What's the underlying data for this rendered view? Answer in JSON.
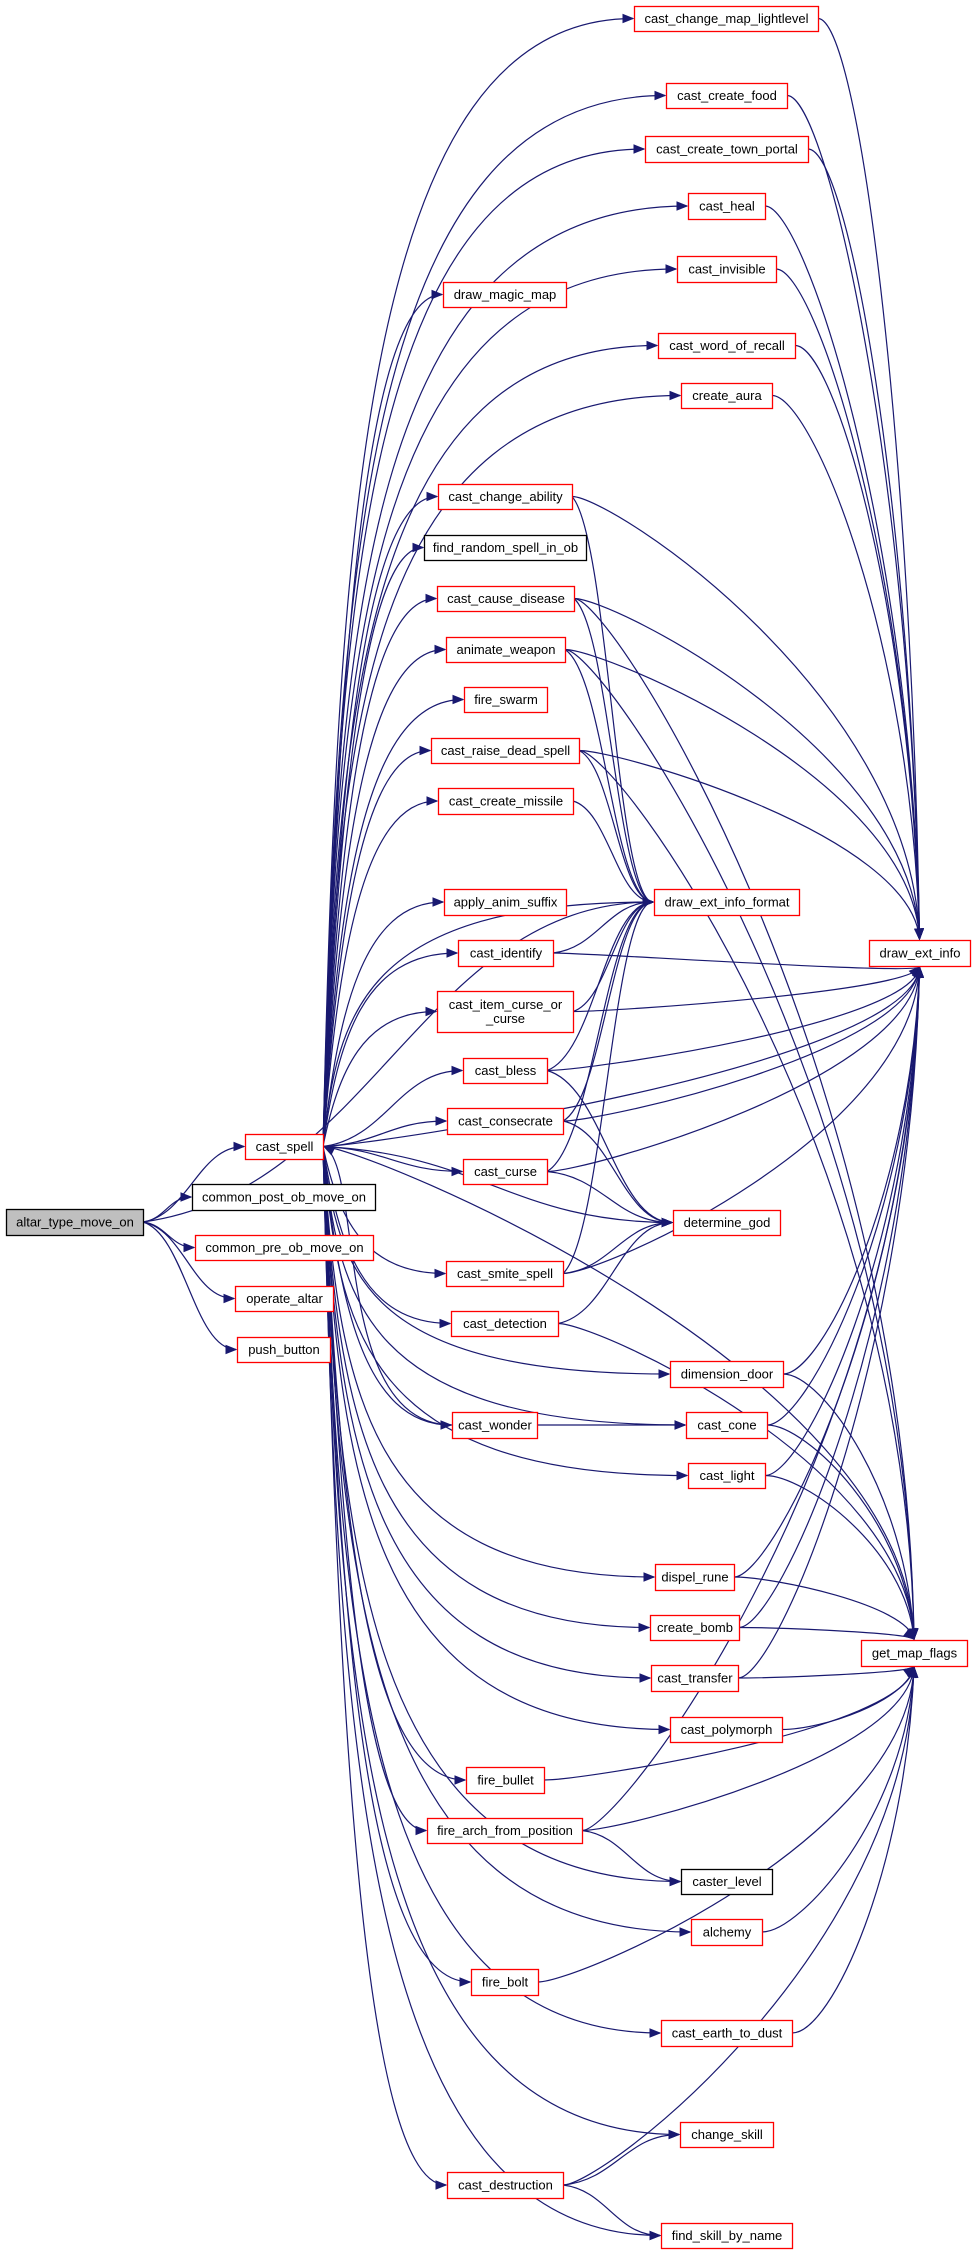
{
  "diagram": {
    "type": "call-graph",
    "root": "altar_type_move_on",
    "colors": {
      "edge": "#191970",
      "root_fill": "#bfbfbf",
      "root_border": "#000000",
      "documented_border": "#ff0000",
      "undocumented_border": "#000000",
      "node_fill": "#ffffff"
    },
    "nodes": [
      {
        "id": "altar_type_move_on",
        "label": "altar_type_move_on",
        "kind": "root"
      },
      {
        "id": "cast_spell",
        "label": "cast_spell",
        "kind": "red"
      },
      {
        "id": "common_post_ob_move_on",
        "label": "common_post_ob_move_on",
        "kind": "black"
      },
      {
        "id": "common_pre_ob_move_on",
        "label": "common_pre_ob_move_on",
        "kind": "red"
      },
      {
        "id": "operate_altar",
        "label": "operate_altar",
        "kind": "red"
      },
      {
        "id": "push_button",
        "label": "push_button",
        "kind": "red"
      },
      {
        "id": "cast_change_map_lightlevel",
        "label": "cast_change_map_lightlevel",
        "kind": "red"
      },
      {
        "id": "cast_create_food",
        "label": "cast_create_food",
        "kind": "red"
      },
      {
        "id": "cast_create_town_portal",
        "label": "cast_create_town_portal",
        "kind": "red"
      },
      {
        "id": "cast_heal",
        "label": "cast_heal",
        "kind": "red"
      },
      {
        "id": "cast_invisible",
        "label": "cast_invisible",
        "kind": "red"
      },
      {
        "id": "draw_magic_map",
        "label": "draw_magic_map",
        "kind": "red"
      },
      {
        "id": "cast_word_of_recall",
        "label": "cast_word_of_recall",
        "kind": "red"
      },
      {
        "id": "create_aura",
        "label": "create_aura",
        "kind": "red"
      },
      {
        "id": "cast_change_ability",
        "label": "cast_change_ability",
        "kind": "red"
      },
      {
        "id": "find_random_spell_in_ob",
        "label": "find_random_spell_in_ob",
        "kind": "black"
      },
      {
        "id": "cast_cause_disease",
        "label": "cast_cause_disease",
        "kind": "red"
      },
      {
        "id": "animate_weapon",
        "label": "animate_weapon",
        "kind": "red"
      },
      {
        "id": "fire_swarm",
        "label": "fire_swarm",
        "kind": "red"
      },
      {
        "id": "cast_raise_dead_spell",
        "label": "cast_raise_dead_spell",
        "kind": "red"
      },
      {
        "id": "cast_create_missile",
        "label": "cast_create_missile",
        "kind": "red"
      },
      {
        "id": "apply_anim_suffix",
        "label": "apply_anim_suffix",
        "kind": "red"
      },
      {
        "id": "draw_ext_info_format",
        "label": "draw_ext_info_format",
        "kind": "red"
      },
      {
        "id": "cast_identify",
        "label": "cast_identify",
        "kind": "red"
      },
      {
        "id": "draw_ext_info",
        "label": "draw_ext_info",
        "kind": "red"
      },
      {
        "id": "cast_item_curse_or_curse",
        "label": "cast_item_curse_or\n_curse",
        "kind": "red"
      },
      {
        "id": "cast_bless",
        "label": "cast_bless",
        "kind": "red"
      },
      {
        "id": "cast_consecrate",
        "label": "cast_consecrate",
        "kind": "red"
      },
      {
        "id": "cast_curse",
        "label": "cast_curse",
        "kind": "red"
      },
      {
        "id": "determine_god",
        "label": "determine_god",
        "kind": "red"
      },
      {
        "id": "cast_smite_spell",
        "label": "cast_smite_spell",
        "kind": "red"
      },
      {
        "id": "cast_detection",
        "label": "cast_detection",
        "kind": "red"
      },
      {
        "id": "dimension_door",
        "label": "dimension_door",
        "kind": "red"
      },
      {
        "id": "cast_wonder",
        "label": "cast_wonder",
        "kind": "red"
      },
      {
        "id": "cast_cone",
        "label": "cast_cone",
        "kind": "red"
      },
      {
        "id": "cast_light",
        "label": "cast_light",
        "kind": "red"
      },
      {
        "id": "dispel_rune",
        "label": "dispel_rune",
        "kind": "red"
      },
      {
        "id": "create_bomb",
        "label": "create_bomb",
        "kind": "red"
      },
      {
        "id": "get_map_flags",
        "label": "get_map_flags",
        "kind": "red"
      },
      {
        "id": "cast_transfer",
        "label": "cast_transfer",
        "kind": "red"
      },
      {
        "id": "cast_polymorph",
        "label": "cast_polymorph",
        "kind": "red"
      },
      {
        "id": "fire_bullet",
        "label": "fire_bullet",
        "kind": "red"
      },
      {
        "id": "fire_arch_from_position",
        "label": "fire_arch_from_position",
        "kind": "red"
      },
      {
        "id": "caster_level",
        "label": "caster_level",
        "kind": "black"
      },
      {
        "id": "alchemy",
        "label": "alchemy",
        "kind": "red"
      },
      {
        "id": "fire_bolt",
        "label": "fire_bolt",
        "kind": "red"
      },
      {
        "id": "cast_earth_to_dust",
        "label": "cast_earth_to_dust",
        "kind": "red"
      },
      {
        "id": "change_skill",
        "label": "change_skill",
        "kind": "red"
      },
      {
        "id": "cast_destruction",
        "label": "cast_destruction",
        "kind": "red"
      },
      {
        "id": "find_skill_by_name",
        "label": "find_skill_by_name",
        "kind": "red"
      }
    ],
    "edges": [
      [
        "altar_type_move_on",
        "cast_spell"
      ],
      [
        "altar_type_move_on",
        "common_post_ob_move_on"
      ],
      [
        "altar_type_move_on",
        "common_pre_ob_move_on"
      ],
      [
        "altar_type_move_on",
        "operate_altar"
      ],
      [
        "altar_type_move_on",
        "push_button"
      ],
      [
        "altar_type_move_on",
        "draw_ext_info_format"
      ],
      [
        "cast_spell",
        "cast_change_map_lightlevel"
      ],
      [
        "cast_spell",
        "cast_create_food"
      ],
      [
        "cast_spell",
        "cast_create_town_portal"
      ],
      [
        "cast_spell",
        "cast_heal"
      ],
      [
        "cast_spell",
        "cast_invisible"
      ],
      [
        "cast_spell",
        "draw_magic_map"
      ],
      [
        "cast_spell",
        "cast_word_of_recall"
      ],
      [
        "cast_spell",
        "create_aura"
      ],
      [
        "cast_spell",
        "draw_ext_info"
      ],
      [
        "cast_spell",
        "cast_change_ability"
      ],
      [
        "cast_spell",
        "find_random_spell_in_ob"
      ],
      [
        "cast_spell",
        "cast_cause_disease"
      ],
      [
        "cast_spell",
        "animate_weapon"
      ],
      [
        "cast_spell",
        "fire_swarm"
      ],
      [
        "cast_spell",
        "cast_raise_dead_spell"
      ],
      [
        "cast_spell",
        "cast_create_missile"
      ],
      [
        "cast_spell",
        "draw_ext_info_format"
      ],
      [
        "cast_spell",
        "apply_anim_suffix"
      ],
      [
        "cast_spell",
        "cast_identify"
      ],
      [
        "cast_spell",
        "cast_item_curse_or_curse"
      ],
      [
        "cast_spell",
        "cast_bless"
      ],
      [
        "cast_spell",
        "cast_consecrate"
      ],
      [
        "cast_spell",
        "cast_curse"
      ],
      [
        "cast_spell",
        "determine_god"
      ],
      [
        "cast_spell",
        "cast_smite_spell"
      ],
      [
        "cast_spell",
        "cast_detection"
      ],
      [
        "cast_spell",
        "dimension_door"
      ],
      [
        "cast_spell",
        "cast_wonder"
      ],
      [
        "cast_spell",
        "cast_cone"
      ],
      [
        "cast_spell",
        "cast_light"
      ],
      [
        "cast_spell",
        "dispel_rune"
      ],
      [
        "cast_spell",
        "create_bomb"
      ],
      [
        "cast_spell",
        "cast_transfer"
      ],
      [
        "cast_spell",
        "cast_polymorph"
      ],
      [
        "cast_spell",
        "fire_bullet"
      ],
      [
        "cast_spell",
        "fire_arch_from_position"
      ],
      [
        "cast_spell",
        "caster_level"
      ],
      [
        "cast_spell",
        "alchemy"
      ],
      [
        "cast_spell",
        "fire_bolt"
      ],
      [
        "cast_spell",
        "cast_earth_to_dust"
      ],
      [
        "cast_spell",
        "get_map_flags"
      ],
      [
        "cast_spell",
        "change_skill"
      ],
      [
        "cast_spell",
        "cast_destruction"
      ],
      [
        "cast_spell",
        "find_skill_by_name"
      ],
      [
        "cast_change_map_lightlevel",
        "draw_ext_info"
      ],
      [
        "cast_create_food",
        "draw_ext_info"
      ],
      [
        "cast_create_town_portal",
        "draw_ext_info"
      ],
      [
        "cast_heal",
        "draw_ext_info"
      ],
      [
        "cast_invisible",
        "draw_ext_info"
      ],
      [
        "cast_word_of_recall",
        "draw_ext_info"
      ],
      [
        "create_aura",
        "draw_ext_info"
      ],
      [
        "cast_change_ability",
        "draw_ext_info"
      ],
      [
        "cast_change_ability",
        "draw_ext_info_format"
      ],
      [
        "cast_cause_disease",
        "draw_ext_info"
      ],
      [
        "cast_cause_disease",
        "draw_ext_info_format"
      ],
      [
        "cast_cause_disease",
        "get_map_flags"
      ],
      [
        "animate_weapon",
        "draw_ext_info"
      ],
      [
        "animate_weapon",
        "draw_ext_info_format"
      ],
      [
        "animate_weapon",
        "get_map_flags"
      ],
      [
        "cast_raise_dead_spell",
        "draw_ext_info"
      ],
      [
        "cast_raise_dead_spell",
        "draw_ext_info_format"
      ],
      [
        "cast_raise_dead_spell",
        "get_map_flags"
      ],
      [
        "cast_create_missile",
        "draw_ext_info_format"
      ],
      [
        "cast_identify",
        "draw_ext_info"
      ],
      [
        "cast_identify",
        "draw_ext_info_format"
      ],
      [
        "cast_item_curse_or_curse",
        "draw_ext_info"
      ],
      [
        "cast_item_curse_or_curse",
        "draw_ext_info_format"
      ],
      [
        "cast_bless",
        "draw_ext_info"
      ],
      [
        "cast_bless",
        "draw_ext_info_format"
      ],
      [
        "cast_bless",
        "determine_god"
      ],
      [
        "cast_consecrate",
        "draw_ext_info"
      ],
      [
        "cast_consecrate",
        "draw_ext_info_format"
      ],
      [
        "cast_consecrate",
        "determine_god"
      ],
      [
        "cast_curse",
        "draw_ext_info"
      ],
      [
        "cast_curse",
        "draw_ext_info_format"
      ],
      [
        "cast_curse",
        "determine_god"
      ],
      [
        "cast_smite_spell",
        "draw_ext_info"
      ],
      [
        "cast_smite_spell",
        "draw_ext_info_format"
      ],
      [
        "cast_smite_spell",
        "determine_god"
      ],
      [
        "cast_detection",
        "determine_god"
      ],
      [
        "cast_detection",
        "get_map_flags"
      ],
      [
        "dimension_door",
        "draw_ext_info"
      ],
      [
        "dimension_door",
        "get_map_flags"
      ],
      [
        "cast_wonder",
        "cast_cone"
      ],
      [
        "cast_wonder",
        "cast_spell"
      ],
      [
        "cast_cone",
        "draw_ext_info"
      ],
      [
        "cast_cone",
        "get_map_flags"
      ],
      [
        "cast_light",
        "draw_ext_info"
      ],
      [
        "cast_light",
        "get_map_flags"
      ],
      [
        "dispel_rune",
        "draw_ext_info"
      ],
      [
        "dispel_rune",
        "get_map_flags"
      ],
      [
        "create_bomb",
        "draw_ext_info"
      ],
      [
        "create_bomb",
        "get_map_flags"
      ],
      [
        "cast_transfer",
        "draw_ext_info"
      ],
      [
        "cast_transfer",
        "get_map_flags"
      ],
      [
        "cast_polymorph",
        "get_map_flags"
      ],
      [
        "fire_bullet",
        "get_map_flags"
      ],
      [
        "fire_arch_from_position",
        "draw_ext_info"
      ],
      [
        "fire_arch_from_position",
        "get_map_flags"
      ],
      [
        "fire_arch_from_position",
        "caster_level"
      ],
      [
        "alchemy",
        "get_map_flags"
      ],
      [
        "fire_bolt",
        "get_map_flags"
      ],
      [
        "cast_earth_to_dust",
        "get_map_flags"
      ],
      [
        "cast_destruction",
        "change_skill"
      ],
      [
        "cast_destruction",
        "find_skill_by_name"
      ],
      [
        "cast_destruction",
        "get_map_flags"
      ]
    ]
  }
}
